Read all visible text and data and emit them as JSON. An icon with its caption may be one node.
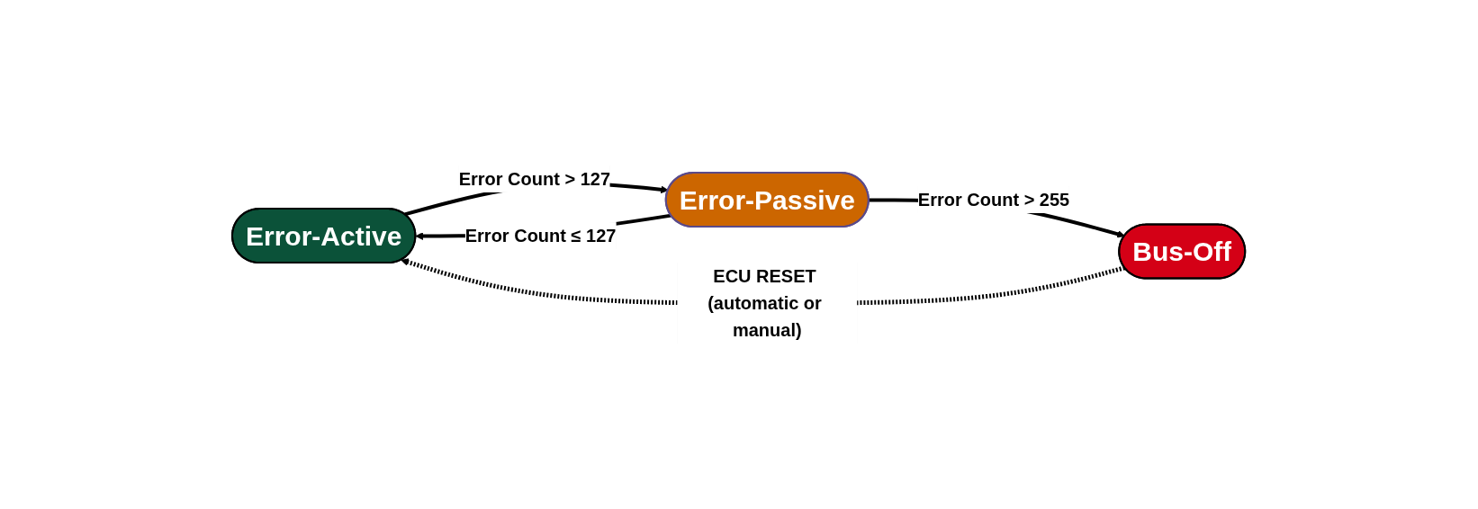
{
  "diagram": {
    "nodes": [
      {
        "text": [
          "Error-Active"
        ]
      },
      {
        "text": [
          "Error-Passive"
        ]
      },
      {
        "text": [
          "Bus-Off"
        ]
      }
    ],
    "edges": [
      {
        "from": 0,
        "to": 1,
        "arrow": "to",
        "label": "Error Count > 127"
      },
      {
        "from": 1,
        "to": 0,
        "arrow": "to",
        "label": "Error Count ≤ 127"
      },
      {
        "from": 1,
        "to": 2,
        "arrow": "to",
        "label": "Error Count > 255"
      },
      {
        "from": 2,
        "to": 0,
        "arrow": "to",
        "label": "ECU RESET (automatic or manual)",
        "style": "dashed"
      }
    ]
  }
}
